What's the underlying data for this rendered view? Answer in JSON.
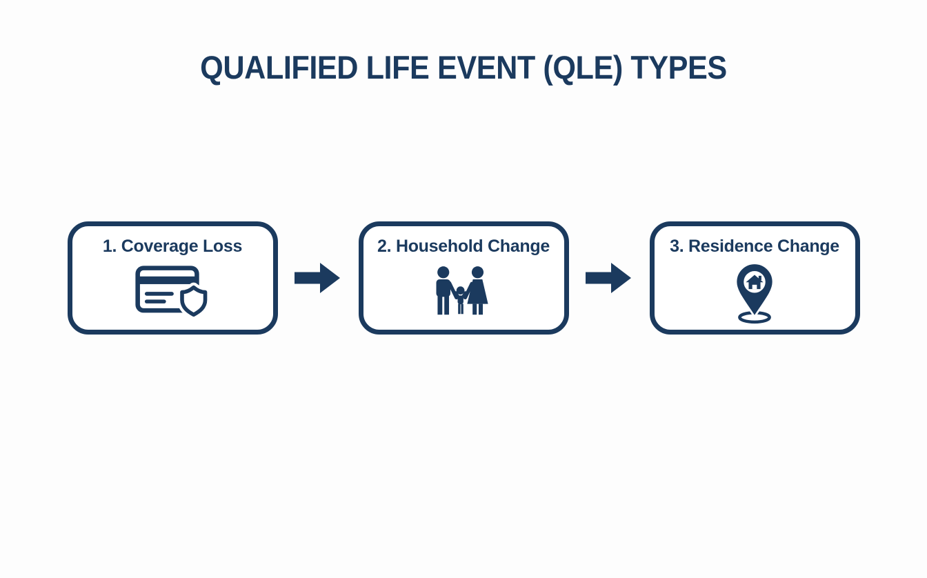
{
  "colors": {
    "accent": "#1b3a5e",
    "background": "#fdfdfd"
  },
  "header": {
    "title": "QUALIFIED LIFE EVENT (QLE) TYPES"
  },
  "flow": {
    "steps": [
      {
        "label": "1. Coverage Loss",
        "icon": "insurance-card-shield-icon"
      },
      {
        "label": "2. Household Change",
        "icon": "family-icon"
      },
      {
        "label": "3. Residence Change",
        "icon": "house-location-pin-icon"
      }
    ],
    "connector": "right-arrow-icon"
  }
}
